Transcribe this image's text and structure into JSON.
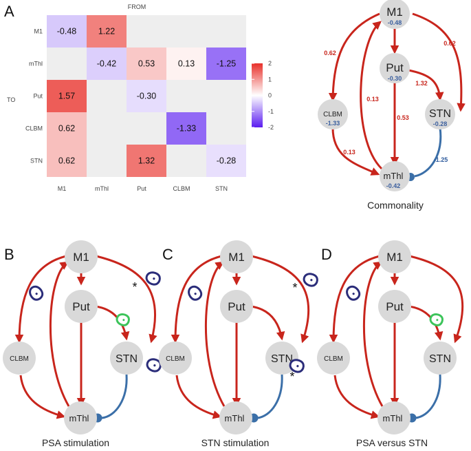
{
  "panel_labels": {
    "A": "A",
    "B": "B",
    "C": "C",
    "D": "D"
  },
  "heatmap": {
    "from_label": "FROM",
    "to_label": "TO",
    "columns": [
      "M1",
      "mThl",
      "Put",
      "CLBM",
      "STN"
    ],
    "rows": [
      "M1",
      "mThl",
      "Put",
      "CLBM",
      "STN"
    ],
    "values": [
      [
        -0.48,
        1.22,
        null,
        null,
        null
      ],
      [
        null,
        -0.42,
        0.53,
        0.13,
        -1.25
      ],
      [
        1.57,
        null,
        -0.3,
        null,
        null
      ],
      [
        0.62,
        null,
        null,
        -1.33,
        null
      ],
      [
        0.62,
        null,
        1.32,
        null,
        -0.28
      ]
    ],
    "value_labels": [
      [
        "-0.48",
        "1.22",
        "",
        "",
        ""
      ],
      [
        "",
        "-0.42",
        "0.53",
        "0.13",
        "-1.25"
      ],
      [
        "1.57",
        "",
        "-0.30",
        "",
        ""
      ],
      [
        "0.62",
        "",
        "",
        "-1.33",
        ""
      ],
      [
        "0.62",
        "",
        "1.32",
        "",
        "-0.28"
      ]
    ],
    "legend_ticks": [
      "2",
      "1",
      "0",
      "-1",
      "-2"
    ],
    "legend_range": [
      -2,
      2
    ],
    "colors": {
      "high": "#e8302a",
      "mid": "#ffffff",
      "low": "#5a1cf0",
      "empty": "#eeeeee"
    }
  },
  "commonality": {
    "caption": "Commonality",
    "nodes": {
      "M1": {
        "label": "M1",
        "value": "-0.48"
      },
      "Put": {
        "label": "Put",
        "value": "-0.30"
      },
      "CLBM": {
        "label": "CLBM",
        "value": "-1.33"
      },
      "STN": {
        "label": "STN",
        "value": "-0.28"
      },
      "mThl": {
        "label": "mThl",
        "value": "-0.42"
      }
    },
    "edge_labels": {
      "m1_clbm": "0.62",
      "m1_stn": "0.62",
      "put_stn": "1.32",
      "mthl_m1": "0.13",
      "put_mthl": "0.53",
      "clbm_mthl": "0.13",
      "stn_mthl": "-1.25"
    }
  },
  "nodes": {
    "M1": "M1",
    "Put": "Put",
    "CLBM": "CLBM",
    "STN": "STN",
    "mThl": "mThl"
  },
  "star_symbol": "*",
  "captions": {
    "B": "PSA stimulation",
    "C": "STN stimulation",
    "D": "PSA versus STN"
  },
  "colors": {
    "excitatory_edge": "#c8251c",
    "inhibitory_edge": "#3b6fa8",
    "node_fill": "#d9d9d9",
    "marker_navy": "#2b2d7a",
    "marker_green": "#3cc45a",
    "edge_label_red": "#c8251c",
    "edge_label_blue": "#2d5a9c"
  }
}
